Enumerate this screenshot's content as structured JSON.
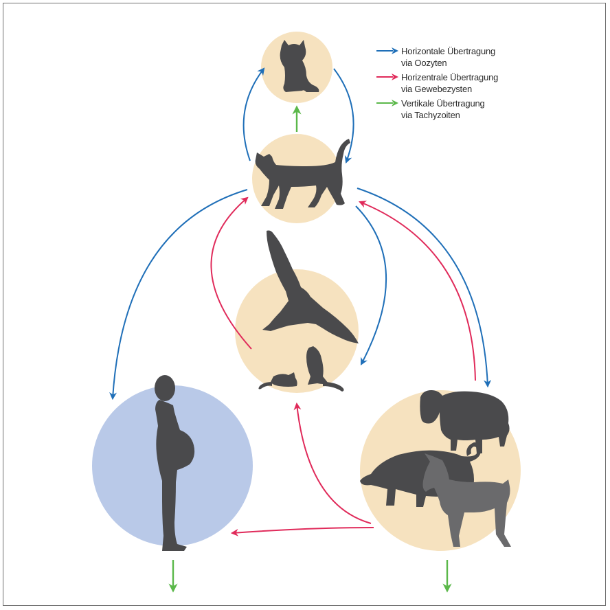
{
  "legend": {
    "items": [
      {
        "line1": "Horizontale Übertragung",
        "line2": "via Oozyten",
        "color": "#1f6fb8"
      },
      {
        "line1": "Horizentrale Übertragung",
        "line2": "via Gewebezysten",
        "color": "#e02a5a"
      },
      {
        "line1": "Vertikale Übertragung",
        "line2": "via Tachyzoiten",
        "color": "#5bb84a"
      }
    ]
  },
  "colors": {
    "host_circle": "#f6e2bf",
    "human_circle": "#b9c9e8",
    "silhouette": "#4a4a4c",
    "horizontal_oocysts": "#1f6fb8",
    "horizontal_tissue_cysts": "#e02a5a",
    "vertical_tachyzoites": "#5bb84a"
  },
  "nodes": [
    {
      "id": "kitten",
      "icon": "kitten-icon"
    },
    {
      "id": "cat",
      "icon": "cat-icon"
    },
    {
      "id": "bird-and-rodents",
      "icon": "bird-of-prey-icon"
    },
    {
      "id": "pregnant-human",
      "icon": "pregnant-woman-icon"
    },
    {
      "id": "livestock",
      "icon": "sheep-pig-goat-icon"
    }
  ]
}
